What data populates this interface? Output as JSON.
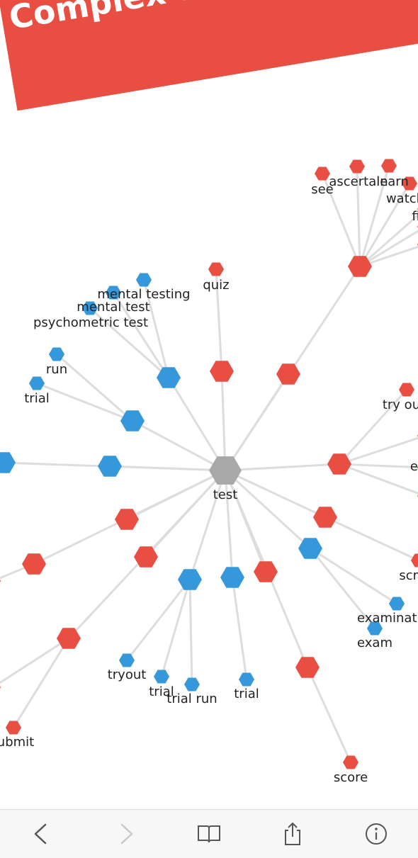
{
  "banner": {
    "title": "Complex word relations"
  },
  "colors": {
    "center": "#a8a8a8",
    "red": "#e84e42",
    "blue": "#3498db",
    "edge": "#dddddd",
    "banner": "#e84e42"
  },
  "graph": {
    "center_label": "test",
    "labels": [
      "see",
      "ascertain",
      "learn",
      "watch",
      "fi",
      "quiz",
      "mental testing",
      "mental test",
      "psychometric test",
      "run",
      "trial",
      "try out",
      "e",
      "scr",
      "examination",
      "exam",
      "tryout",
      "trial",
      "trial run",
      "trial",
      "ubmit",
      "score"
    ]
  },
  "toolbar": {
    "buttons": [
      {
        "name": "back-button",
        "icon": "chevron-left-icon"
      },
      {
        "name": "forward-button",
        "icon": "chevron-right-icon"
      },
      {
        "name": "bookmarks-button",
        "icon": "book-icon"
      },
      {
        "name": "share-button",
        "icon": "share-icon"
      },
      {
        "name": "info-button",
        "icon": "info-icon"
      }
    ]
  }
}
